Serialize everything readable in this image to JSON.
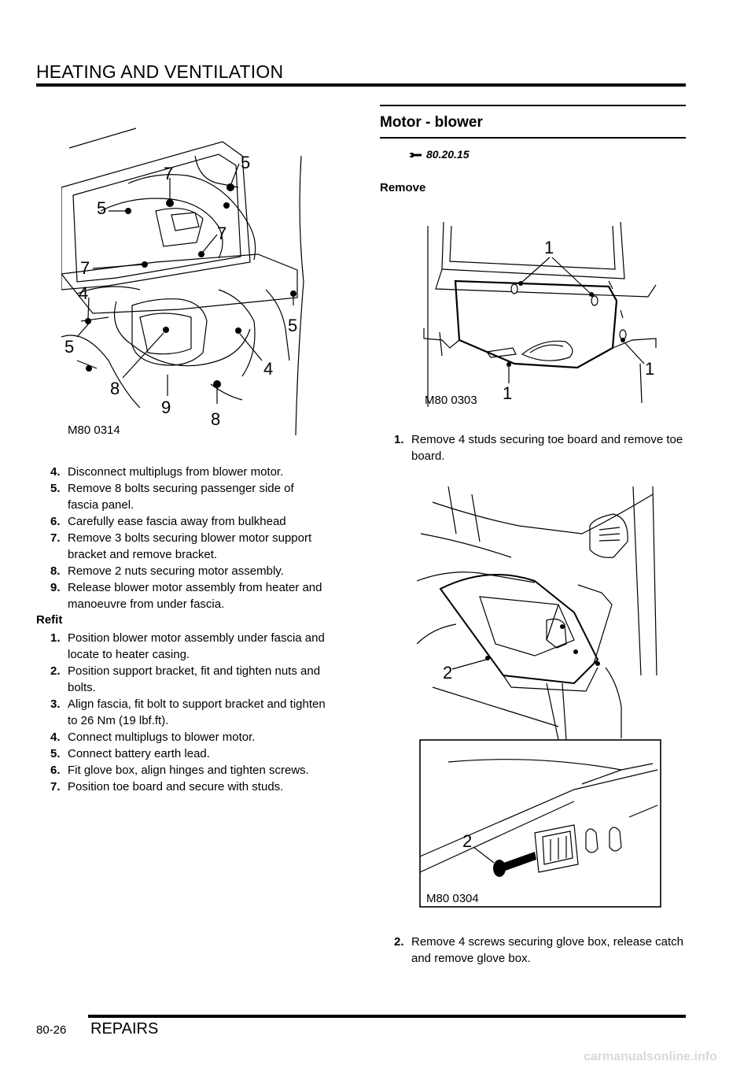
{
  "header": {
    "title": "HEATING AND VENTILATION"
  },
  "left": {
    "figure": {
      "id": "M80 0314",
      "callouts": [
        "5",
        "7",
        "5",
        "7",
        "7",
        "4",
        "5",
        "5",
        "4",
        "8",
        "9",
        "8"
      ]
    },
    "steps": [
      {
        "num": "4.",
        "text": "Disconnect multiplugs from blower motor."
      },
      {
        "num": "5.",
        "text": "Remove 8 bolts securing passenger side  of fascia panel."
      },
      {
        "num": "6.",
        "text": "Carefully ease fascia away from bulkhead"
      },
      {
        "num": "7.",
        "text": "Remove 3 bolts securing blower motor  support bracket and remove bracket."
      },
      {
        "num": "8.",
        "text": "Remove 2 nuts securing motor assembly."
      },
      {
        "num": "9.",
        "text": "Release blower motor assembly from heater and  manoeuvre from under fascia."
      }
    ],
    "refit": {
      "heading": "Refit",
      "steps": [
        {
          "num": "1.",
          "text": "Position blower motor assembly under  fascia and locate to heater casing."
        },
        {
          "num": "2.",
          "text": "Position support bracket, fit and  tighten nuts and bolts."
        },
        {
          "num": "3.",
          "text": "Align fascia, fit bolt to support bracket and tighten  to 26 Nm (19 lbf.ft)."
        },
        {
          "num": "4.",
          "text": "Connect multiplugs to blower motor."
        },
        {
          "num": "5.",
          "text": "Connect battery earth lead."
        },
        {
          "num": "6.",
          "text": "Fit glove box, align hinges and tighten  screws."
        },
        {
          "num": "7.",
          "text": "Position toe board and secure with  studs."
        }
      ]
    }
  },
  "right": {
    "section_title": "Motor -  blower",
    "sro_code": "80.20.15",
    "remove_heading": "Remove",
    "figure1": {
      "id": "M80 0303",
      "callouts": [
        "1",
        "1",
        "1"
      ]
    },
    "step1": {
      "num": "1.",
      "text": "Remove 4 studs securing toe board and remove toe board."
    },
    "figure2": {
      "id": "M80 0304",
      "callouts": [
        "2",
        "2"
      ]
    },
    "step2": {
      "num": "2.",
      "text": "Remove 4 screws securing glove box,  release catch and remove glove box."
    }
  },
  "footer": {
    "page_number": "80-26",
    "section": "REPAIRS"
  },
  "watermark": "carmanualsonline.info"
}
